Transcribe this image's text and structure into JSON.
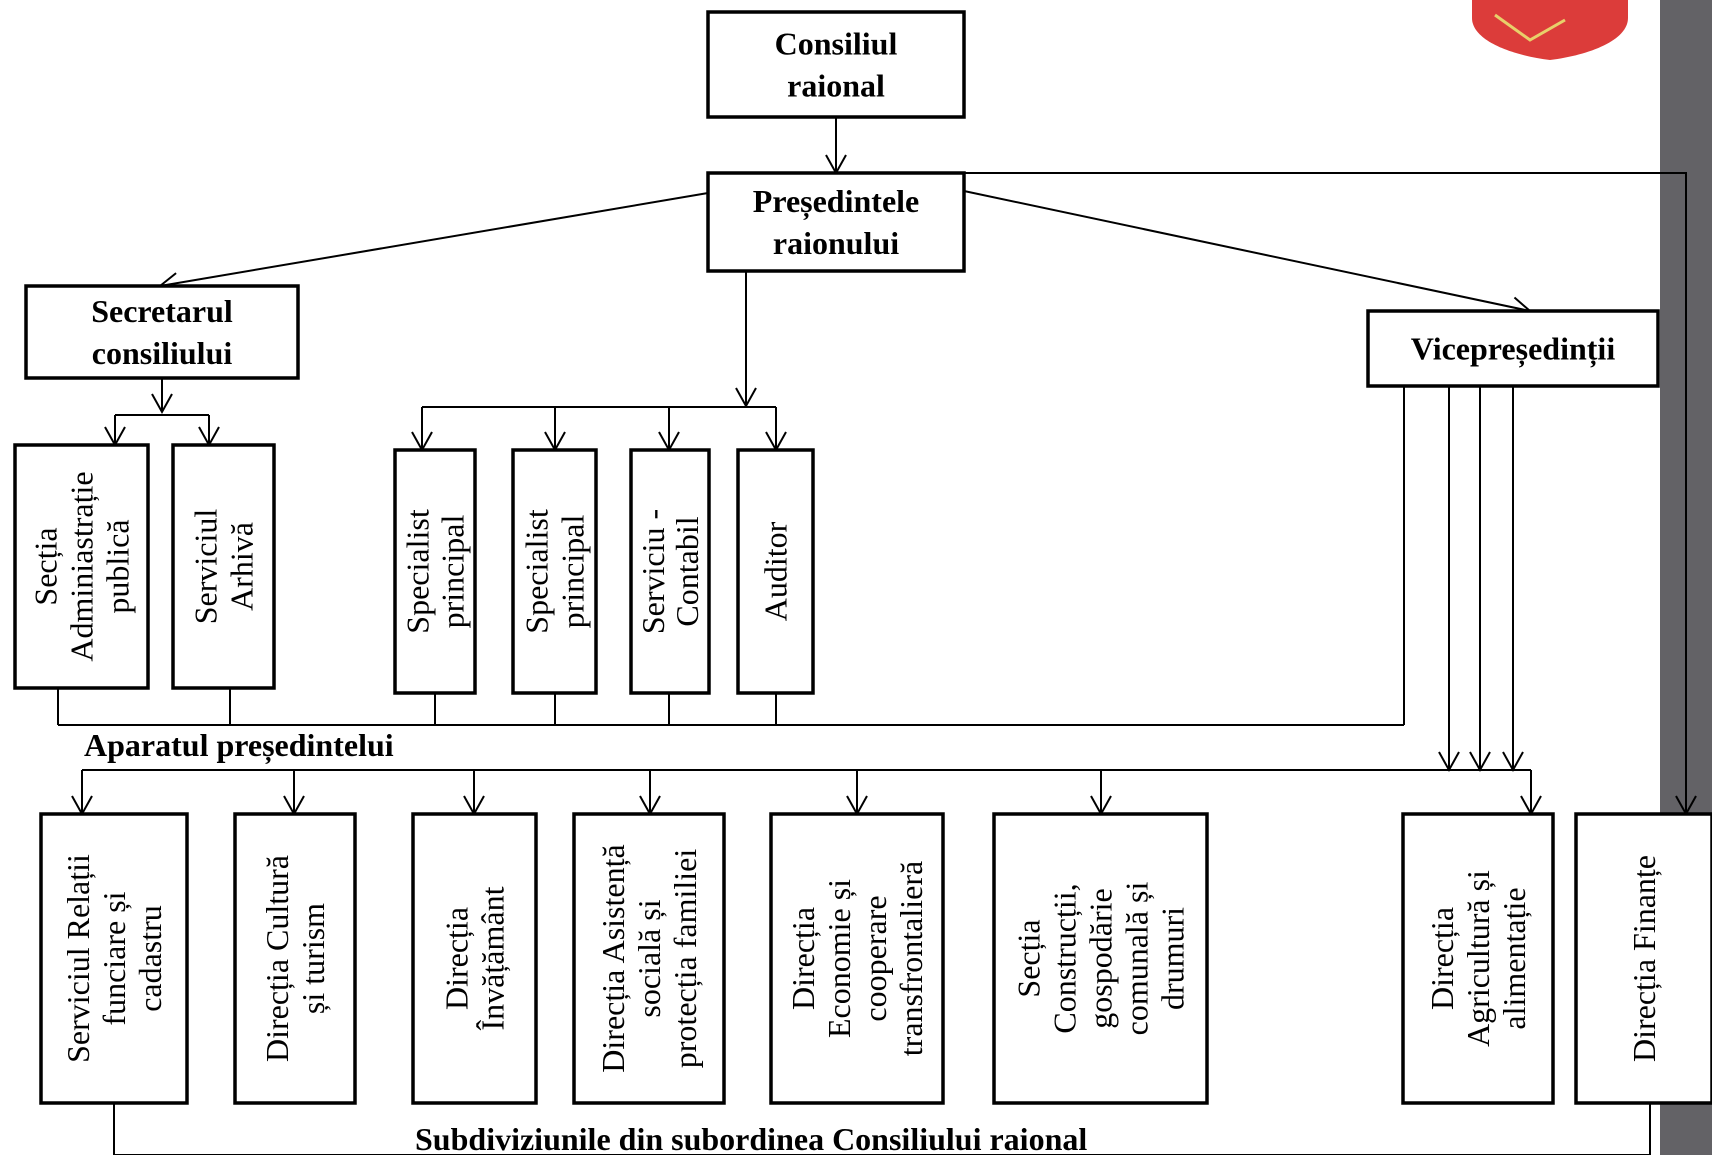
{
  "colors": {
    "sidebar": "#636266",
    "emblem": "#dc3c3a",
    "emblem_stroke": "#e8d06a",
    "line": "#000000",
    "background": "#ffffff"
  },
  "emblem_icon": "coat-of-arms-icon",
  "nodes": {
    "consiliul": [
      "Consiliul",
      "raional"
    ],
    "presedintele": [
      "Președintele",
      "raionului"
    ],
    "secretarul": [
      "Secretarul",
      "consiliului"
    ],
    "vicepresedintii": [
      "Vicepreședinții"
    ]
  },
  "secretary_units": [
    {
      "id": "sectia-administratie",
      "lines": [
        "Secția",
        "Adminiastrație",
        "publică"
      ]
    },
    {
      "id": "serviciul-arhiva",
      "lines": [
        "Serviciul",
        "Arhivă"
      ]
    }
  ],
  "president_units": [
    {
      "id": "specialist-principal-1",
      "lines": [
        "Specialist",
        "principal"
      ]
    },
    {
      "id": "specialist-principal-2",
      "lines": [
        "Specialist",
        "principal"
      ]
    },
    {
      "id": "serviciu-contabil",
      "lines": [
        "Serviciu -",
        "Contabil"
      ]
    },
    {
      "id": "auditor",
      "lines": [
        "Auditor"
      ]
    }
  ],
  "apparatus_label": "Aparatul președintelui",
  "subdivisions": [
    {
      "id": "serviciul-relatii-funciare",
      "lines": [
        "Serviciul Relații",
        "funciare și",
        "cadastru"
      ]
    },
    {
      "id": "directia-cultura",
      "lines": [
        "Direcția Cultură",
        "și turism"
      ]
    },
    {
      "id": "directia-invatamant",
      "lines": [
        "Direcția",
        "Învățământ"
      ]
    },
    {
      "id": "directia-asistenta",
      "lines": [
        "Direcția Asistență",
        "socială și",
        "protecția familiei"
      ]
    },
    {
      "id": "directia-economie",
      "lines": [
        "Direcția",
        "Economie și",
        "cooperare",
        "transfrontalieră"
      ]
    },
    {
      "id": "sectia-constructii",
      "lines": [
        "Secția",
        "Construcții,",
        "gospodărie",
        "comunală și",
        "drumuri"
      ]
    },
    {
      "id": "directia-agricultura",
      "lines": [
        "Direcția",
        "Agricultură și",
        "alimentație"
      ]
    },
    {
      "id": "directia-finante",
      "lines": [
        "Direcția Finanțe"
      ]
    }
  ],
  "subdivisions_label": "Subdiviziunile din subordinea Consiliului raional"
}
